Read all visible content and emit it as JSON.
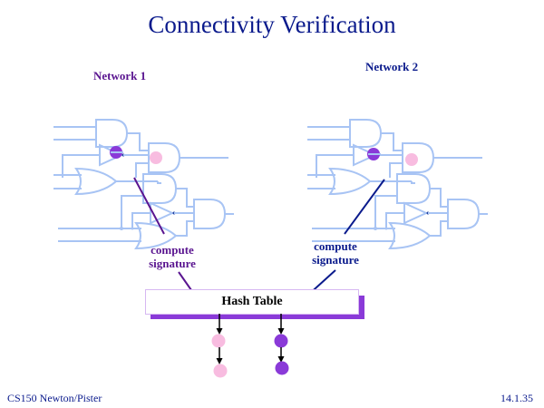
{
  "slide": {
    "title": "Connectivity Verification",
    "footer_left": "CS150 Newton/Pister",
    "footer_right": "14.1.35"
  },
  "networks": [
    {
      "label": "Network 1",
      "arrow_label": "compute signature",
      "color": "#5a1590"
    },
    {
      "label": "Network 2",
      "arrow_label": "compute signature",
      "color": "#0a1a8c"
    }
  ],
  "signature_labels": {
    "left_line1": "compute",
    "left_line2": "signature",
    "right_line1": "compute",
    "right_line2": "signature"
  },
  "hash_table": {
    "label": "Hash Table",
    "buckets": [
      {
        "entries": [
          "pink",
          "pink"
        ]
      },
      {
        "entries": [
          "purple",
          "purple"
        ]
      }
    ]
  },
  "colors": {
    "wire": "#a8c4f4",
    "node_purple": "#8a3ad8",
    "node_pink": "#f8bce0",
    "title": "#0a1a8c",
    "hash_shadow": "#8a3ad8"
  }
}
